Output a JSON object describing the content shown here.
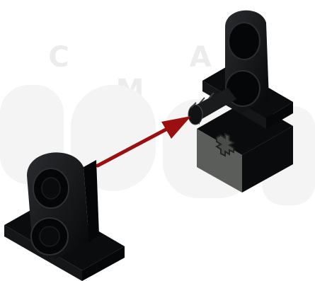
{
  "watermark": {
    "text": "C A M"
  },
  "parts": {
    "target_assembly": {
      "description_icon": "technic-beam-on-axle-block",
      "block_color": "#585a57",
      "beam_color": "#0c0d0f"
    },
    "moving_part": {
      "description_icon": "technic-perpendicular-beam",
      "color": "#0c0d0f"
    }
  },
  "arrow": {
    "color": "#9b0f10",
    "direction": "toward-axle"
  }
}
